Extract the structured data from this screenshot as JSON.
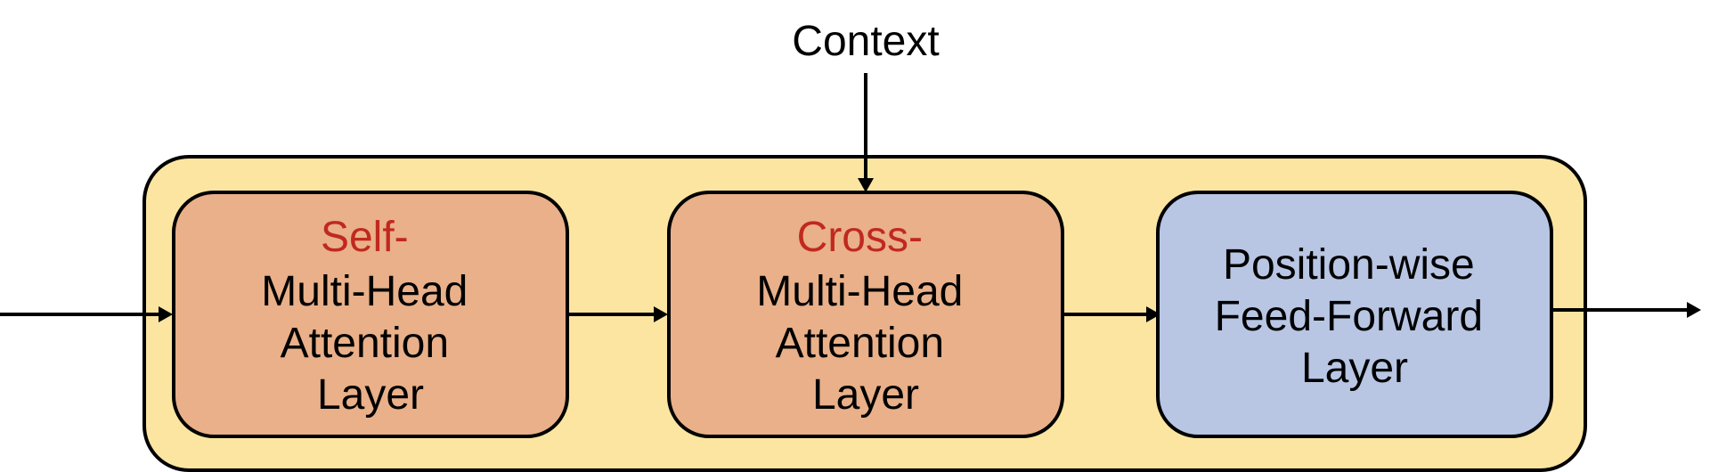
{
  "context": {
    "label": "Context"
  },
  "blocks": [
    {
      "prefix": "Self-",
      "lines": [
        "Multi-Head",
        "Attention",
        "Layer"
      ]
    },
    {
      "prefix": "Cross-",
      "lines": [
        "Multi-Head",
        "Attention",
        "Layer"
      ]
    },
    {
      "prefix": "",
      "lines": [
        "Position-wise",
        "Feed-Forward",
        "Layer"
      ]
    }
  ],
  "colors": {
    "container_fill": "#FBE5A0",
    "attention_fill": "#E9B089",
    "ffn_fill": "#B8C6E4",
    "prefix_text": "#C0291E",
    "stroke": "#000000"
  }
}
